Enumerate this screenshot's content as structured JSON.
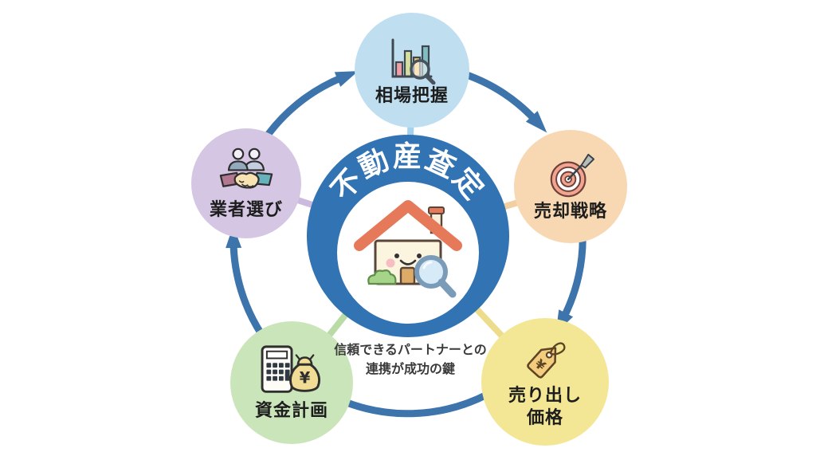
{
  "palette": {
    "background": "#ffffff",
    "center_ring": "#3273b4",
    "arrows": "#3c74ab",
    "circle_market": "#bfdff1",
    "circle_strategy": "#f7d8b2",
    "circle_price": "#f3e795",
    "circle_funding": "#cbe5ba",
    "circle_agent": "#d5c6e3",
    "label_text": "#1d1d1d",
    "title_text": "#ffffff",
    "note_text": "#3a3a3a"
  },
  "center": {
    "title": "不動産査定",
    "icon": "house-magnifier-icon"
  },
  "note": {
    "line1": "信頼できるパートナーとの",
    "line2": "連携が成功の鍵"
  },
  "steps": [
    {
      "id": "market-grasp",
      "label": "相場把握",
      "icon": "bar-chart-magnifier-icon",
      "color": "#bfdff1"
    },
    {
      "id": "sales-strategy",
      "label": "売却戦略",
      "icon": "target-dart-icon",
      "color": "#f7d8b2"
    },
    {
      "id": "listing-price",
      "label_lines": [
        "売り出し",
        "価格"
      ],
      "icon": "price-tag-icon",
      "color": "#f3e795"
    },
    {
      "id": "funding-plan",
      "label": "資金計画",
      "icon": "calculator-moneybag-icon",
      "color": "#cbe5ba"
    },
    {
      "id": "agent-choice",
      "label": "業者選び",
      "icon": "handshake-icon",
      "color": "#d5c6e3"
    }
  ]
}
